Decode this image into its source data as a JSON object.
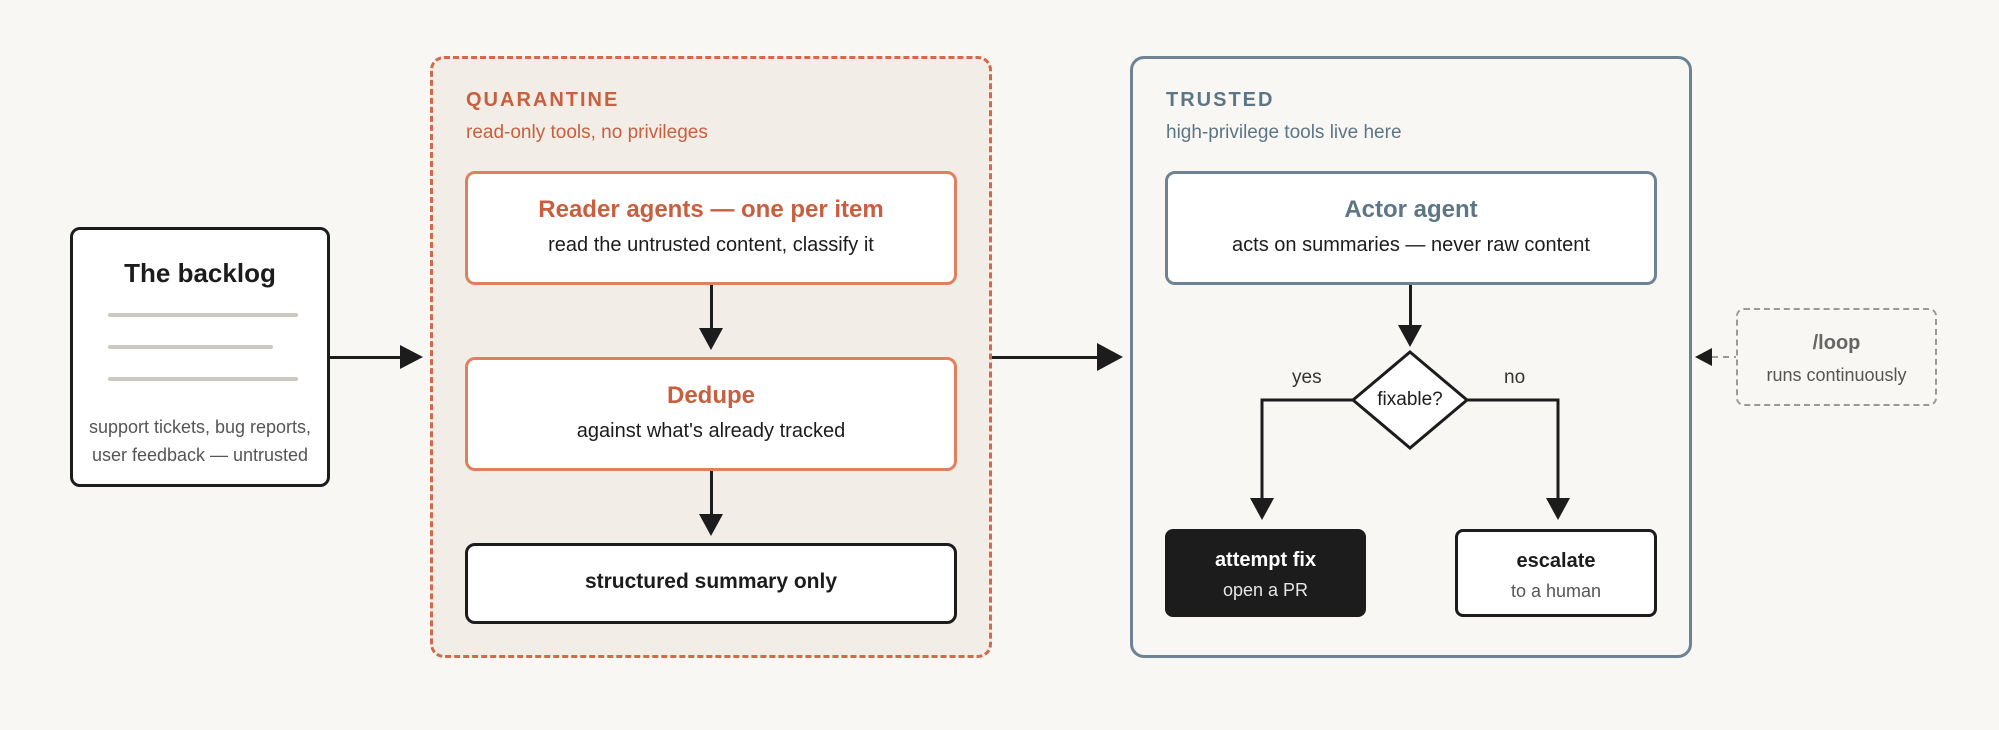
{
  "backlog": {
    "title": "The backlog",
    "subtitle_line1": "support tickets, bug reports,",
    "subtitle_line2": "user feedback — untrusted"
  },
  "quarantine": {
    "label": "QUARANTINE",
    "sublabel": "read-only tools, no privileges",
    "reader": {
      "title": "Reader agents — one per item",
      "subtitle": "read the untrusted content, classify it"
    },
    "dedupe": {
      "title": "Dedupe",
      "subtitle": "against what's already tracked"
    },
    "summary": {
      "title": "structured summary only"
    }
  },
  "trusted": {
    "label": "TRUSTED",
    "sublabel": "high-privilege tools live here",
    "actor": {
      "title": "Actor agent",
      "subtitle": "acts on summaries — never raw content"
    },
    "decision": "fixable?",
    "yes": "yes",
    "no": "no",
    "fix": {
      "title": "attempt fix",
      "subtitle": "open a PR"
    },
    "escalate": {
      "title": "escalate",
      "subtitle": "to a human"
    }
  },
  "loop": {
    "title": "/loop",
    "subtitle": "runs continuously"
  },
  "colors": {
    "background": "#f9f7f3",
    "quarantine_accent": "#c85f3f",
    "trusted_accent": "#5d7686",
    "ink": "#1c1c1c"
  }
}
